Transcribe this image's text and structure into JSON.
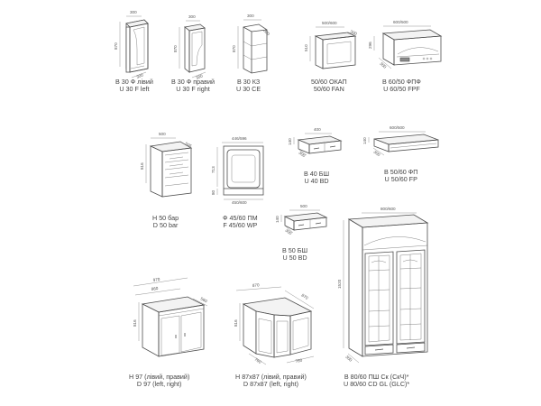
{
  "modules": [
    {
      "id": "b30fl",
      "dims": {
        "w": "300",
        "h": "870",
        "d": "300"
      },
      "labels": [
        "В 30 Ф лівий",
        "U 30 F left"
      ]
    },
    {
      "id": "b30fr",
      "dims": {
        "w": "300",
        "h": "870",
        "d": "300"
      },
      "labels": [
        "В 30 Ф правий",
        "U 30 F right"
      ]
    },
    {
      "id": "b30k3",
      "dims": {
        "w": "300",
        "h": "870",
        "d": "300"
      },
      "labels": [
        "В 30 КЗ",
        "U 30 CE"
      ]
    },
    {
      "id": "b5060okap",
      "dims": {
        "w": "500/600",
        "h": "510",
        "d": "300"
      },
      "labels": [
        "50/60 ОКАП",
        "50/60 FAN"
      ]
    },
    {
      "id": "b6050fpf",
      "dims": {
        "w": "600/500",
        "h": "296",
        "d": "300"
      },
      "labels": [
        "В 60/50 ФПФ",
        "U 60/50 FPF"
      ]
    },
    {
      "id": "h50bar",
      "dims": {
        "w": "500",
        "h": "816",
        "d": "505"
      },
      "labels": [
        "Н 50 бар",
        "D 50 bar"
      ]
    },
    {
      "id": "f4560pm",
      "dims": {
        "w": "446/596",
        "h": "713",
        "h2": "80",
        "w2": "450/600"
      },
      "labels": [
        "Ф 45/60 ПМ",
        "F 45/60 WP"
      ]
    },
    {
      "id": "b40bsh",
      "dims": {
        "w": "400",
        "h": "140",
        "d": "300"
      },
      "labels": [
        "В 40 БШ",
        "U 40 BD"
      ]
    },
    {
      "id": "b5060fp",
      "dims": {
        "w": "600/500",
        "h": "140",
        "d": "300"
      },
      "labels": [
        "В 50/60 ФП",
        "U 50/60 FP"
      ]
    },
    {
      "id": "b50bsh",
      "dims": {
        "w": "500",
        "h": "140",
        "d": "300"
      },
      "labels": [
        "В 50 БШ",
        "U 50 BD"
      ]
    },
    {
      "id": "h97",
      "dims": {
        "w": "970",
        "w2": "860",
        "h": "816",
        "d": "560"
      },
      "labels": [
        "Н 97 (лівий, правий)",
        "D 97 (left, right)"
      ]
    },
    {
      "id": "h87x87",
      "dims": {
        "w": "870",
        "w2": "870",
        "h": "816",
        "d": "760",
        "d2": "780"
      },
      "labels": [
        "Н 87х87 (лівий, правий)",
        "D 87x87  (left, right)"
      ]
    },
    {
      "id": "b8060psh",
      "dims": {
        "w": "800/600",
        "h": "1520",
        "d": "300"
      },
      "labels": [
        "В 80/60 ПШ Ск (СкЧ)*",
        "U 80/60 CD GL (GLC)*"
      ]
    }
  ],
  "style": {
    "line": "#4d4d4d",
    "fill": "#f2f2f2",
    "dark": "#8c8c8c"
  }
}
